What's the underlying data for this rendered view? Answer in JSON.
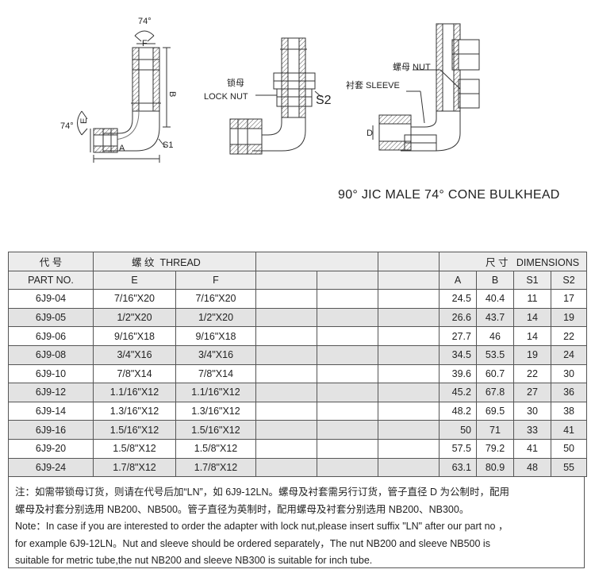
{
  "drawing1": {
    "angle_top": "74°",
    "angle_left": "74°",
    "dim_f": "F",
    "dim_b": "B",
    "dim_e": "E",
    "dim_a": "A",
    "dim_s1": "S1"
  },
  "drawing2": {
    "locknut_cn": "锁母",
    "locknut_en": "LOCK NUT",
    "dim_s2": "S2"
  },
  "drawing3": {
    "nut_label": "螺母 NUT",
    "sleeve_label": "衬套 SLEEVE",
    "dim_d": "D"
  },
  "title": "90° JIC MALE 74° CONE BULKHEAD",
  "table": {
    "header1": {
      "code_cn": "代 号",
      "thread_cn": "螺 纹",
      "thread_en": "THREAD",
      "dim_cn": "尺 寸",
      "dim_en": "DIMENSIONS"
    },
    "header2": {
      "part_no": "PART NO.",
      "e": "E",
      "f": "F",
      "a": "A",
      "b": "B",
      "s1": "S1",
      "s2": "S2"
    },
    "rows": [
      {
        "part": "6J9-04",
        "e": "7/16\"X20",
        "f": "7/16\"X20",
        "a": "24.5",
        "b": "40.4",
        "s1": "11",
        "s2": "17"
      },
      {
        "part": "6J9-05",
        "e": "1/2\"X20",
        "f": "1/2\"X20",
        "a": "26.6",
        "b": "43.7",
        "s1": "14",
        "s2": "19"
      },
      {
        "part": "6J9-06",
        "e": "9/16\"X18",
        "f": "9/16\"X18",
        "a": "27.7",
        "b": "46",
        "s1": "14",
        "s2": "22"
      },
      {
        "part": "6J9-08",
        "e": "3/4\"X16",
        "f": "3/4\"X16",
        "a": "34.5",
        "b": "53.5",
        "s1": "19",
        "s2": "24"
      },
      {
        "part": "6J9-10",
        "e": "7/8\"X14",
        "f": "7/8\"X14",
        "a": "39.6",
        "b": "60.7",
        "s1": "22",
        "s2": "30"
      },
      {
        "part": "6J9-12",
        "e": "1.1/16\"X12",
        "f": "1.1/16\"X12",
        "a": "45.2",
        "b": "67.8",
        "s1": "27",
        "s2": "36"
      },
      {
        "part": "6J9-14",
        "e": "1.3/16\"X12",
        "f": "1.3/16\"X12",
        "a": "48.2",
        "b": "69.5",
        "s1": "30",
        "s2": "38"
      },
      {
        "part": "6J9-16",
        "e": "1.5/16\"X12",
        "f": "1.5/16\"X12",
        "a": "50",
        "b": "71",
        "s1": "33",
        "s2": "41"
      },
      {
        "part": "6J9-20",
        "e": "1.5/8\"X12",
        "f": "1.5/8\"X12",
        "a": "57.5",
        "b": "79.2",
        "s1": "41",
        "s2": "50"
      },
      {
        "part": "6J9-24",
        "e": "1.7/8\"X12",
        "f": "1.7/8\"X12",
        "a": "63.1",
        "b": "80.9",
        "s1": "48",
        "s2": "55"
      }
    ]
  },
  "notes": {
    "cn_line1": "注：如需带锁母订货，则请在代号后加“LN”，如 6J9-12LN。螺母及衬套需另行订货，管子直径 D 为公制时，配用",
    "cn_line2": "螺母及衬套分别选用 NB200、NB500。管子直径为英制时，配用螺母及衬套分别选用 NB200、NB300。",
    "en_line1": "Note：In case if you are interested to order the adapter with lock nut,please insert suffix \"LN\" after our part no ，",
    "en_line2": "for example 6J9-12LN。Nut and sleeve should be ordered separately，The nut NB200 and sleeve NB500 is",
    "en_line3": "suitable for metric tube,the nut NB200 and sleeve NB300 is suitable for inch tube."
  }
}
